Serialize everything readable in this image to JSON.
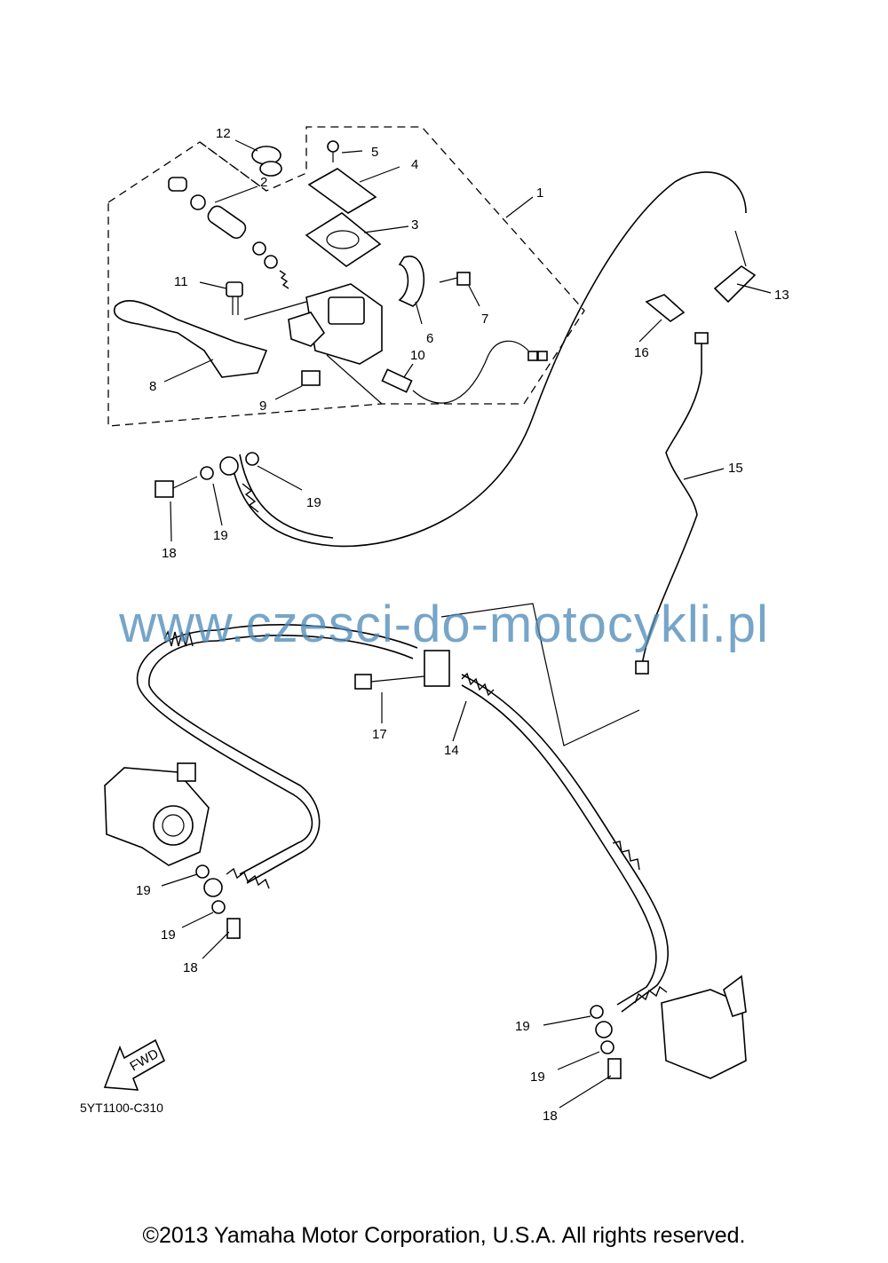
{
  "callouts": [
    {
      "id": "c1",
      "text": "1"
    },
    {
      "id": "c2",
      "text": "2"
    },
    {
      "id": "c3",
      "text": "3"
    },
    {
      "id": "c4",
      "text": "4"
    },
    {
      "id": "c5",
      "text": "5"
    },
    {
      "id": "c6",
      "text": "6"
    },
    {
      "id": "c7",
      "text": "7"
    },
    {
      "id": "c8",
      "text": "8"
    },
    {
      "id": "c9",
      "text": "9"
    },
    {
      "id": "c10",
      "text": "10"
    },
    {
      "id": "c11",
      "text": "11"
    },
    {
      "id": "c12",
      "text": "12"
    },
    {
      "id": "c13",
      "text": "13"
    },
    {
      "id": "c14",
      "text": "14"
    },
    {
      "id": "c15",
      "text": "15"
    },
    {
      "id": "c16",
      "text": "16"
    },
    {
      "id": "c17",
      "text": "17"
    },
    {
      "id": "c18a",
      "text": "18"
    },
    {
      "id": "c18b",
      "text": "18"
    },
    {
      "id": "c18c",
      "text": "18"
    },
    {
      "id": "c19a",
      "text": "19"
    },
    {
      "id": "c19b",
      "text": "19"
    },
    {
      "id": "c19c",
      "text": "19"
    },
    {
      "id": "c19d",
      "text": "19"
    },
    {
      "id": "c19e",
      "text": "19"
    },
    {
      "id": "c19f",
      "text": "19"
    }
  ],
  "fwd_label": "FWD",
  "watermark": "www.czesci-do-motocykli.pl",
  "ref_code": "5YT1100-C310",
  "copyright": "©2013 Yamaha Motor Corporation, U.S.A. All rights reserved."
}
